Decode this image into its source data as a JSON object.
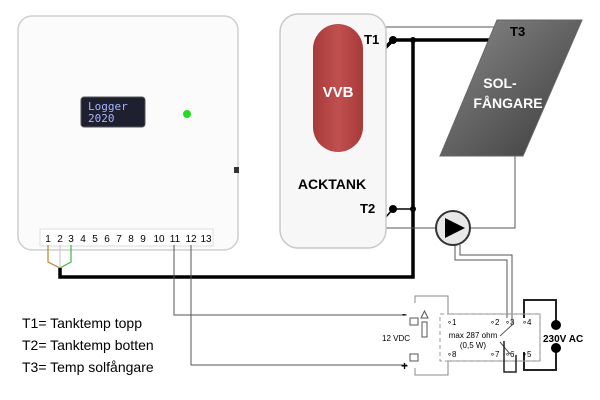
{
  "logger": {
    "display_line1": "Logger",
    "display_line2": "2020",
    "led_color": "#22dd22",
    "terminals": [
      "1",
      "2",
      "3",
      "4",
      "5",
      "6",
      "7",
      "8",
      "9",
      "10",
      "11",
      "12",
      "13"
    ]
  },
  "tank": {
    "inner_label": "VVB",
    "label": "ACKTANK",
    "sensor_top": "T1",
    "sensor_bottom": "T2",
    "inner_color": "#c05050"
  },
  "collector": {
    "label_line1": "SOL-",
    "label_line2": "FÅNGARE",
    "sensor": "T3"
  },
  "relay": {
    "supply_label": "12 VDC",
    "minus": "-",
    "plus": "+",
    "spec_line1": "max 287 ohm",
    "spec_line2": "(0,5 W)",
    "pins": [
      "1",
      "8",
      "2",
      "3",
      "4",
      "7",
      "6",
      "5"
    ],
    "mains_label": "230V AC"
  },
  "legend": [
    "T1= Tanktemp topp",
    "T2= Tanktemp botten",
    "T3= Temp solfångare"
  ]
}
